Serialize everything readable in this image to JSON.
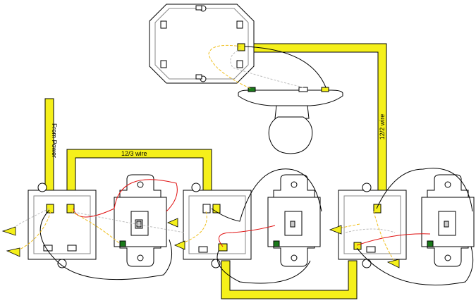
{
  "labels": {
    "from_power": "From Power",
    "wire_12_3": "12/3 wire",
    "wire_12_2": "12/2 wire"
  },
  "colors": {
    "cable": "#f5f01a",
    "cable_edge": "#000000",
    "hot_wire": "#e01010",
    "neutral_wire": "#bdbdbd",
    "ground_wire": "#f0c020",
    "switch_body": "#ffffff",
    "box_fill": "#ffffff",
    "green_screw": "#1a7a1a"
  }
}
